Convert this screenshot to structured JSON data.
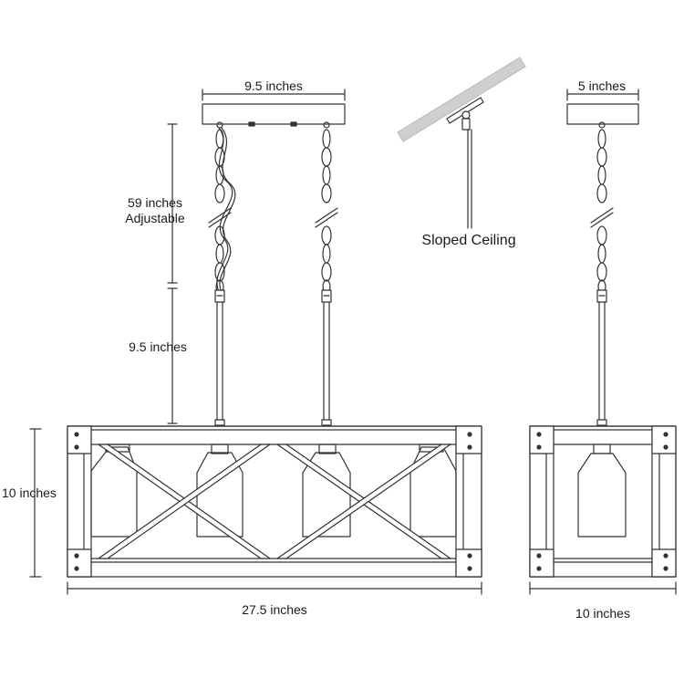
{
  "dimensions": {
    "canopy_width_front": "9.5 inches",
    "chain_length": "59 inches",
    "chain_note": "Adjustable",
    "rod_length": "9.5 inches",
    "fixture_height": "10 inches",
    "fixture_length": "27.5 inches",
    "canopy_width_side": "5 inches",
    "fixture_width_side": "10 inches"
  },
  "sloped": {
    "label": "Sloped Ceiling"
  },
  "colors": {
    "stroke": "#333333",
    "ceiling": "#cfcfcf",
    "fill": "#ffffff"
  }
}
